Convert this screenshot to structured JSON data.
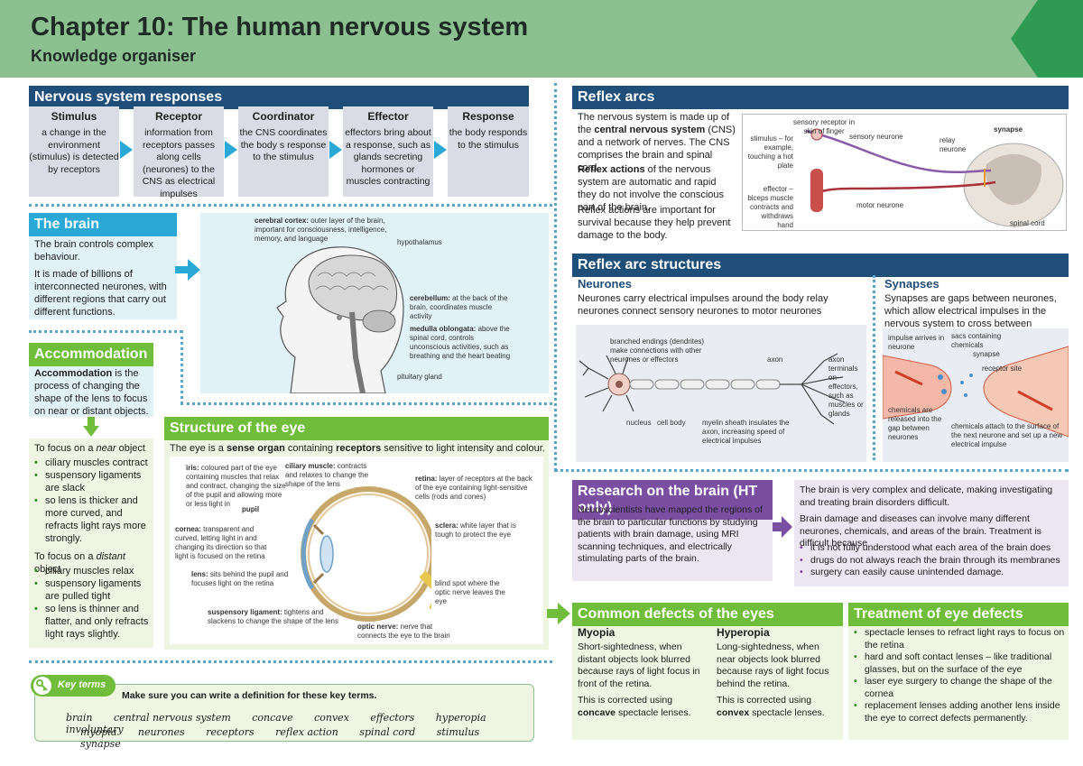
{
  "header": {
    "title": "Chapter 10: The human nervous system",
    "subtitle": "Knowledge organiser"
  },
  "responses": {
    "heading": "Nervous system responses",
    "steps": [
      {
        "head": "Stimulus",
        "body": "a change in the environment (stimulus) is detected by receptors"
      },
      {
        "head": "Receptor",
        "body": "information from receptors passes along cells (neurones) to the CNS as electrical impulses"
      },
      {
        "head": "Coordinator",
        "body": "the CNS coordinates the body s response to the stimulus"
      },
      {
        "head": "Effector",
        "body": "effectors bring about a response, such as glands secreting hormones or muscles contracting"
      },
      {
        "head": "Response",
        "body": "the body responds to the stimulus"
      }
    ]
  },
  "brain": {
    "heading": "The brain",
    "p1": "The brain controls complex behaviour.",
    "p2": "It is made of billions of interconnected neurones, with different regions that carry out different functions.",
    "labels": {
      "cortex_term": "cerebral cortex:",
      "cortex": "outer layer of the brain, important for consciousness, intelligence, memory, and language",
      "hypothalamus": "hypothalamus",
      "cerebellum_term": "cerebellum:",
      "cerebellum": "at the back of the brain, coordinates muscle activity",
      "medulla_term": "medulla oblongata:",
      "medulla": "above the spinal cord, controls unconscious activities, such as breathing and the heart beating",
      "pituitary": "pituitary gland"
    }
  },
  "accommodation": {
    "heading": "Accommodation",
    "def_term": "Accommodation",
    "def_rest": "is the process of changing the shape of the lens to focus on near or distant objects.",
    "near_pre": "To focus on a",
    "near_word": "near",
    "near_post": "object",
    "near_items": [
      "ciliary muscles contract",
      "suspensory ligaments are slack",
      "so lens is thicker and more curved, and refracts light rays more strongly."
    ],
    "distant_pre": "To focus on a",
    "distant_word": "distant",
    "distant_post": "object",
    "distant_items": [
      "ciliary muscles relax",
      "suspensory ligaments are pulled tight",
      "so lens is thinner and flatter, and only refracts light rays slightly."
    ]
  },
  "eye": {
    "heading": "Structure of the eye",
    "intro_a": "The eye is a",
    "intro_b": "sense organ",
    "intro_c": "containing",
    "intro_d": "receptors",
    "intro_e": "sensitive to light intensity and colour.",
    "labels": {
      "iris_term": "iris:",
      "iris": "coloured part of the eye containing muscles that relax and contract, changing the size of the pupil and allowing more or less light in",
      "ciliary_term": "ciliary muscle:",
      "ciliary": "contracts and relaxes to change the shape of the lens",
      "retina_term": "retina:",
      "retina": "layer of receptors at the back of the eye containing light-sensitive cells (rods and cones)",
      "pupil": "pupil",
      "cornea_term": "cornea:",
      "cornea": "transparent and curved, letting light in and changing its direction so that light is focused on the retina",
      "sclera_term": "sclera:",
      "sclera": "white layer that is tough to protect the eye",
      "lens_term": "lens:",
      "lens": "sits behind the pupil and focuses light on the retina",
      "blind": "blind spot where the optic nerve leaves the eye",
      "susp_term": "suspensory ligament:",
      "susp": "tightens and slackens to change the shape of the lens",
      "optic_term": "optic nerve:",
      "optic": "nerve that connects the eye to the brain"
    }
  },
  "reflex": {
    "heading": "Reflex arcs",
    "p1_a": "The nervous system is made up of the",
    "p1_b": "central nervous system",
    "p1_c": "(CNS) and a network of nerves. The CNS comprises the brain and spinal cord.",
    "p2_a": "Reflex actions",
    "p2_b": "of the nervous system are automatic and rapid    they do not involve the conscious part of the brain.",
    "p3": "Reflex actions are important for survival because they help prevent damage to the body.",
    "labels": {
      "receptor": "sensory receptor in skin of finger",
      "stimulus": "stimulus – for example, touching a hot plate",
      "sensory": "sensory neurone",
      "relay": "relay neurone",
      "synapse": "synapse",
      "effector": "effector – biceps muscle contracts and withdraws hand",
      "motor": "motor neurone",
      "spinal": "spinal cord"
    }
  },
  "structures": {
    "heading": "Reflex arc structures",
    "neurones_head": "Neurones",
    "neurones_text": "Neurones carry electrical impulses around the body    relay neurones connect sensory neurones to motor neurones",
    "neurone_labels": {
      "branched": "branched endings (dendrites) make connections with other neurones or effectors",
      "axon": "axon",
      "terminals": "axon terminals on effectors, such as muscles or glands",
      "nucleus": "nucleus",
      "cellbody": "cell body",
      "myelin": "myelin sheath insulates the axon, increasing speed of electrical impulses"
    },
    "synapses_head": "Synapses",
    "synapses_text": "Synapses are gaps between neurones, which allow electrical impulses in the nervous system to cross between neurones",
    "synapse_labels": {
      "arrives": "impulse arrives in neurone",
      "sacs": "sacs containing chemicals",
      "synapse": "synapse",
      "receptor": "receptor site",
      "released": "chemicals are released into the gap between neurones",
      "attach": "chemicals attach to the surface of the next neurone and set up a new electrical impulse"
    }
  },
  "research": {
    "heading": "Research on the brain (HT only)",
    "left": "Neuroscientists have mapped the regions of the brain to particular functions by studying patients with brain damage, using MRI scanning techniques, and electrically stimulating parts of the brain.",
    "right_p1": "The brain is very complex and delicate, making investigating and treating brain disorders difficult.",
    "right_p2": "Brain damage and diseases can involve many different neurones, chemicals, and areas of the brain. Treatment is difficult because",
    "right_items": [
      "it is not fully understood what each area of the brain does",
      "drugs do not always reach the brain through its membranes",
      "surgery can easily cause unintended damage."
    ]
  },
  "defects": {
    "heading": "Common defects of the eyes",
    "myopia_head": "Myopia",
    "myopia_text": "Short-sightedness, when distant objects look blurred because rays of light focus in front of the retina.",
    "myopia_fix_a": "This is corrected using",
    "myopia_fix_b": "concave",
    "myopia_fix_c": "spectacle lenses.",
    "hyper_head": "Hyperopia",
    "hyper_text": "Long-sightedness, when near objects look blurred because rays of light focus behind the retina.",
    "hyper_fix_a": "This is corrected using",
    "hyper_fix_b": "convex",
    "hyper_fix_c": "spectacle lenses."
  },
  "treatment": {
    "heading": "Treatment of eye defects",
    "items": [
      "spectacle lenses to refract light rays to focus on the retina",
      "hard and soft contact lenses – like traditional glasses, but on the surface of the eye",
      "laser eye surgery    to change the shape of the cornea",
      "replacement lenses    adding another lens inside the eye to correct defects permanently."
    ]
  },
  "keyterms": {
    "label": "Key terms",
    "instruction": "Make sure you can write a definition for these key terms.",
    "row1": [
      "brain",
      "central nervous system",
      "concave",
      "convex",
      "effectors",
      "hyperopia",
      "involuntary"
    ],
    "row2": [
      "myopia",
      "neurones",
      "receptors",
      "reflex action",
      "spinal cord",
      "stimulus",
      "synapse"
    ]
  },
  "colors": {
    "header_green": "#8cc090",
    "navy": "#1f4e79",
    "teal": "#2aa8d6",
    "green": "#6fbd3a",
    "purple": "#7a4ea0"
  }
}
